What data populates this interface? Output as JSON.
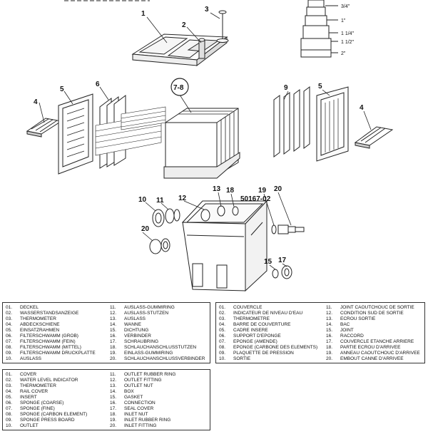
{
  "callouts": {
    "c1": "1",
    "c2": "2",
    "c3": "3",
    "c4_left": "4",
    "c5_left": "5",
    "c6": "6",
    "c78": "7-8",
    "c9": "9",
    "c5_right": "5",
    "c4_right": "4",
    "c10": "10",
    "c11": "11",
    "c12": "12",
    "c13": "13",
    "c18": "18",
    "c_part": "50167-02",
    "c19": "19",
    "c20": "20",
    "c20b": "20",
    "c15": "15",
    "c17": "17"
  },
  "measurements": [
    "3/4\"",
    "1\"",
    "1 1/4\"",
    "1 1/2\"",
    "2\""
  ],
  "legend_de": {
    "left": [
      {
        "n": "01.",
        "t": "DECKEL"
      },
      {
        "n": "02.",
        "t": "WASSERSTANDSANZEIGE"
      },
      {
        "n": "03.",
        "t": "THERMOMETER"
      },
      {
        "n": "04.",
        "t": "ABDECKSCHIENE"
      },
      {
        "n": "05.",
        "t": "EINSATZRAHMEN"
      },
      {
        "n": "06.",
        "t": "FILTERSCHWAMM (GROB)"
      },
      {
        "n": "07.",
        "t": "FILTERSCHWAMM (FEIN)"
      },
      {
        "n": "08.",
        "t": "FILTERSCHWAMM (MITTEL)"
      },
      {
        "n": "09.",
        "t": "FILTERSCHWAMM DRUCKPLATTE"
      },
      {
        "n": "10.",
        "t": "AUSLASS"
      }
    ],
    "right": [
      {
        "n": "11.",
        "t": "AUSLASS-GUMMIRING"
      },
      {
        "n": "12.",
        "t": "AUSLASS-STUTZEN"
      },
      {
        "n": "13.",
        "t": "AUSLASS"
      },
      {
        "n": "14.",
        "t": "WANNE"
      },
      {
        "n": "15.",
        "t": "DICHTUNG"
      },
      {
        "n": "16.",
        "t": "VERBINDER"
      },
      {
        "n": "17.",
        "t": "SCHRAUBRING"
      },
      {
        "n": "18.",
        "t": "SCHLAUCHANSCHLUSSTUTZEN"
      },
      {
        "n": "19.",
        "t": "EINLASS-GUMMIRING"
      },
      {
        "n": "20.",
        "t": "SCHLAUCHANSCHLUSSVERBINDER"
      }
    ]
  },
  "legend_fr": {
    "left": [
      {
        "n": "01.",
        "t": "COUVERCLE"
      },
      {
        "n": "02.",
        "t": "INDICATEUR DE NIVEAU D'EAU"
      },
      {
        "n": "03.",
        "t": "THERMOMETRE"
      },
      {
        "n": "04.",
        "t": "BARRE DE COUVERTURE"
      },
      {
        "n": "05.",
        "t": "CADRE INSERE"
      },
      {
        "n": "06.",
        "t": "SUPPORT D'EPONGE"
      },
      {
        "n": "07.",
        "t": "EPONGE (AMENDE)"
      },
      {
        "n": "08.",
        "t": "EPONGE (CARBONE DES ELEMENTS)"
      },
      {
        "n": "09.",
        "t": "PLAQUETTE DE PRESSION"
      },
      {
        "n": "10.",
        "t": "SORTIE"
      }
    ],
    "right": [
      {
        "n": "11.",
        "t": "JOINT CAOUTCHOUC DE SORTIE"
      },
      {
        "n": "12.",
        "t": "CONDITION SUD DE SORTIE"
      },
      {
        "n": "13.",
        "t": "ECROU SORTIE"
      },
      {
        "n": "14.",
        "t": "BAC"
      },
      {
        "n": "15.",
        "t": "JOINT"
      },
      {
        "n": "16.",
        "t": "RACCORD"
      },
      {
        "n": "17.",
        "t": "COUVERCLE ETANCHE ARRIERE"
      },
      {
        "n": "18.",
        "t": "PARTIE ECROU D'ARRIVEE"
      },
      {
        "n": "19.",
        "t": "ANNEAU CAOUTCHOUC D'ARRIVEE"
      },
      {
        "n": "20.",
        "t": "EMBOUT CANNE D'ARRIVEE"
      }
    ]
  },
  "legend_en": {
    "left": [
      {
        "n": "01.",
        "t": "COVER"
      },
      {
        "n": "02.",
        "t": "WATER LEVEL INDICATOR"
      },
      {
        "n": "03.",
        "t": "THERMOMETER"
      },
      {
        "n": "04.",
        "t": "RAIL COVER"
      },
      {
        "n": "05.",
        "t": "INSERT"
      },
      {
        "n": "06.",
        "t": "SPONGE (COARSE)"
      },
      {
        "n": "07.",
        "t": "SPONGE (FINE)"
      },
      {
        "n": "08.",
        "t": "SPONGE (CARBON ELEMENT)"
      },
      {
        "n": "09.",
        "t": "SPONGE PRESS BOARD"
      },
      {
        "n": "10.",
        "t": "OUTLET"
      }
    ],
    "right": [
      {
        "n": "11.",
        "t": "OUTLET RUBBER RING"
      },
      {
        "n": "12.",
        "t": "OUTLET FITTING"
      },
      {
        "n": "13.",
        "t": "OUTLET NUT"
      },
      {
        "n": "14.",
        "t": "BOX"
      },
      {
        "n": "15.",
        "t": "GASKET"
      },
      {
        "n": "16.",
        "t": "CONNECTION"
      },
      {
        "n": "17.",
        "t": "SEAL COVER"
      },
      {
        "n": "18.",
        "t": "INLET NUT"
      },
      {
        "n": "19.",
        "t": "INLET RUBBER RING"
      },
      {
        "n": "20.",
        "t": "INLET FITTING"
      }
    ]
  }
}
